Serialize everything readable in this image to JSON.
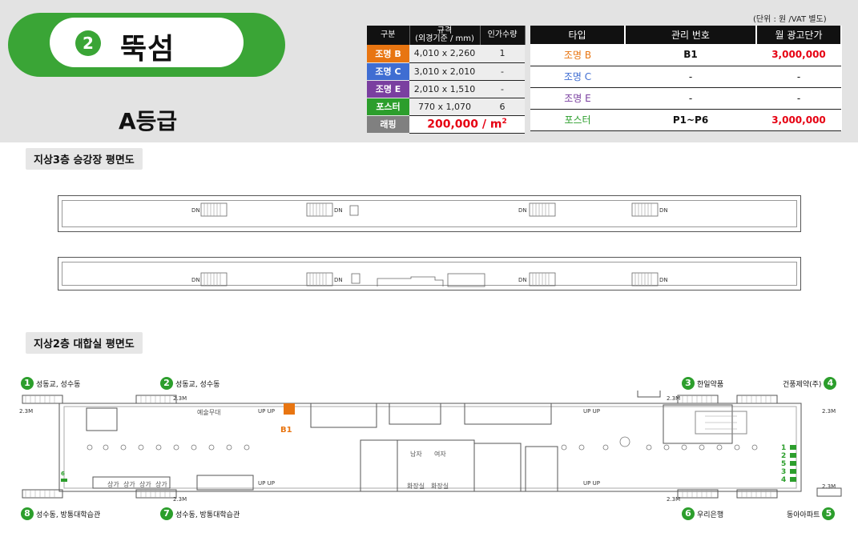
{
  "station": {
    "number": "2",
    "name": "뚝섬",
    "grade": "A등급"
  },
  "unit_note": "(단위 : 원 /VAT 별도)",
  "spec_table": {
    "headers": [
      "구분",
      "규격\n(외경기준 / mm)",
      "인가수량"
    ],
    "header_size_line1": "규격",
    "header_size_line2": "(외경기준 / mm)",
    "rows": [
      {
        "type": "조명 B",
        "size": "4,010 x 2,260",
        "qty": "1",
        "color": "#e87511"
      },
      {
        "type": "조명 C",
        "size": "3,010 x 2,010",
        "qty": "-",
        "color": "#3f6dd2"
      },
      {
        "type": "조명 E",
        "size": "2,010 x 1,510",
        "qty": "-",
        "color": "#7a3fa0"
      },
      {
        "type": "포스터",
        "size": "770 x 1,070",
        "qty": "6",
        "color": "#2c9e2c"
      }
    ],
    "wrapping": {
      "label": "래핑",
      "price": "200,000 / m",
      "price_sup": "2"
    }
  },
  "mgmt_table": {
    "headers": [
      "타입",
      "관리 번호",
      "월 광고단가"
    ],
    "rows": [
      {
        "type": "조명 B",
        "no": "B1",
        "price": "3,000,000"
      },
      {
        "type": "조명 C",
        "no": "-",
        "price": "-"
      },
      {
        "type": "조명 E",
        "no": "-",
        "price": "-"
      },
      {
        "type": "포스터",
        "no": "P1~P6",
        "price": "3,000,000"
      }
    ]
  },
  "floor3": {
    "label": "지상3층 승강장 평면도",
    "stair_label": "DN"
  },
  "floor2": {
    "label": "지상2층 대합실 평면도",
    "exits": [
      {
        "num": "1",
        "text": "성동교, 성수동"
      },
      {
        "num": "2",
        "text": "성동교, 성수동"
      },
      {
        "num": "3",
        "text": "한일약품"
      },
      {
        "num": "4",
        "text": "건풍제약(주)"
      },
      {
        "num": "5",
        "text": "동아아파트"
      },
      {
        "num": "6",
        "text": "우리은행"
      },
      {
        "num": "7",
        "text": "성수동, 방통대학습관"
      },
      {
        "num": "8",
        "text": "성수동, 방통대학습관"
      }
    ],
    "height_tag": "2.3M",
    "stage": "예술무대",
    "up_label": "UP UP",
    "b1_marker": "B1",
    "restroom_m": "남자",
    "restroom_m2": "화장실",
    "restroom_w": "여자",
    "restroom_w2": "화장실",
    "shops": [
      "상가",
      "상가",
      "상가",
      "상가"
    ],
    "poster_marker": "6",
    "poster_stack": [
      "1",
      "2",
      "5",
      "3",
      "4"
    ]
  },
  "colors": {
    "green": "#2c9e2c",
    "orange": "#e87511",
    "blue": "#3f6dd2",
    "purple": "#7a3fa0",
    "red": "#e60012"
  }
}
